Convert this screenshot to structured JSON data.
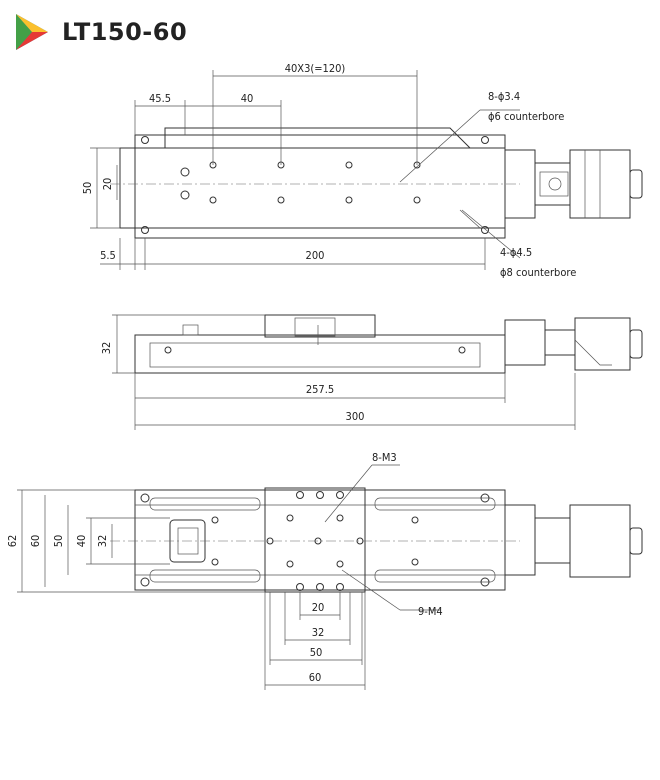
{
  "header": {
    "title": "LT150-60",
    "logo_icon": "play-triangle-logo-icon"
  },
  "top_view": {
    "dims": {
      "pitch": "40X3(=120)",
      "offset_left": "45.5",
      "spacing": "40",
      "height_outer": "50",
      "height_inner": "20",
      "edge": "5.5",
      "hole_span": "200"
    },
    "callouts": {
      "top_holes_count": "8-ϕ3.4",
      "top_holes_cb": "ϕ6 counterbore",
      "bottom_holes_count": "4-ϕ4.5",
      "bottom_holes_cb": "ϕ8 counterbore"
    }
  },
  "side_view": {
    "dims": {
      "height": "32",
      "length_body": "257.5",
      "length_total": "300"
    }
  },
  "bottom_view": {
    "dims": {
      "h62": "62",
      "h60": "60",
      "h50": "50",
      "h40": "40",
      "h32": "32",
      "w20": "20",
      "w32": "32",
      "w50": "50",
      "w60": "60"
    },
    "callouts": {
      "m3": "8-M3",
      "m4": "9-M4"
    }
  }
}
